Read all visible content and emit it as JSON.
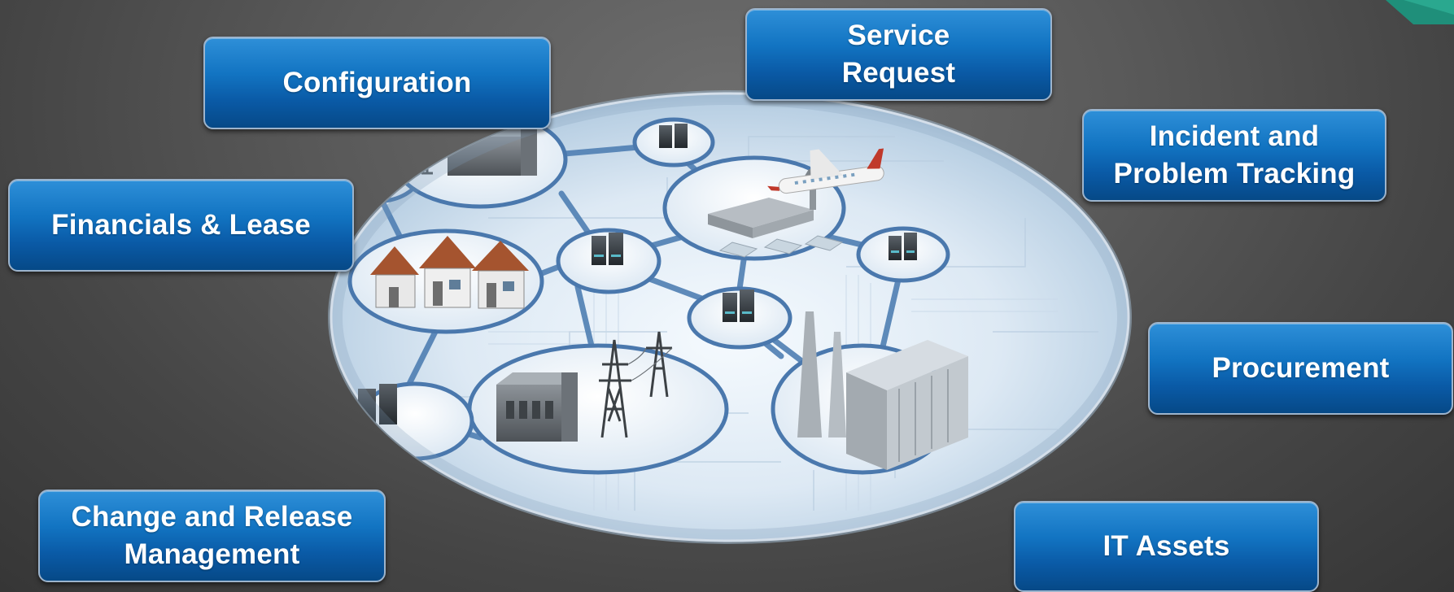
{
  "diagram": {
    "hub_image": "smart-grid-network-illustration",
    "modules": {
      "configuration": "Configuration",
      "service_request": "Service\nRequest",
      "incident_problem": "Incident and\nProblem Tracking",
      "financials_lease": "Financials & Lease",
      "procurement": "Procurement",
      "change_release": "Change and Release\nManagement",
      "it_assets": "IT Assets"
    }
  },
  "colors": {
    "background": "#4a4a4a",
    "button_blue": "#0a5aa6",
    "button_border": "#9db4cc",
    "accent_teal": "#1f8f7a",
    "hub_tint": "#d8e8f4",
    "node_line": "#4f7fb3"
  }
}
